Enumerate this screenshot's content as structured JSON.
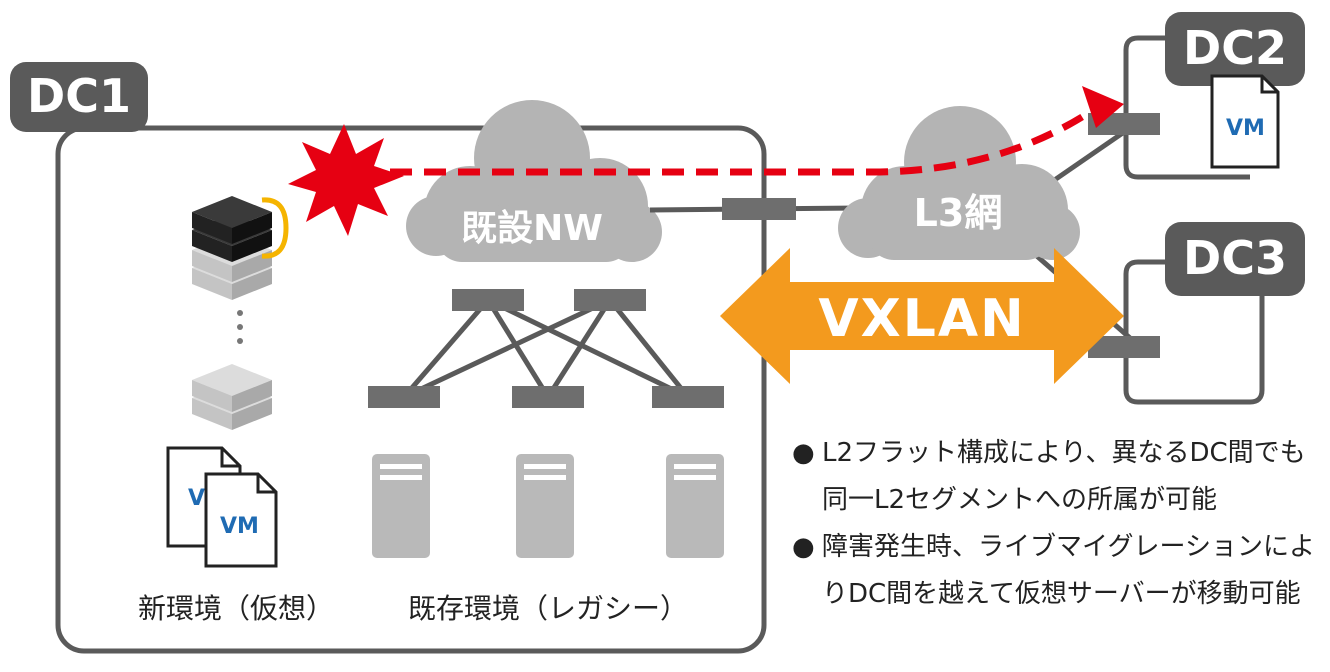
{
  "dc1": {
    "label": "DC1",
    "new_env_label": "新環境（仮想）",
    "legacy_env_label": "既存環境（レガシー）"
  },
  "dc2": {
    "label": "DC2"
  },
  "dc3": {
    "label": "DC3"
  },
  "clouds": {
    "existing_nw": "既設NW",
    "l3_network": "L3網"
  },
  "vxlan_label": "VXLAN",
  "vm_label": "VM",
  "notes": [
    {
      "bullet": "●",
      "text": "L2フラット構成により、異なるDC間でも同一L2セグメントへの所属が可能"
    },
    {
      "bullet": "●",
      "text": "障害発生時、ライブマイグレーションによりDC間を越えて仮想サーバーが移動可能"
    }
  ],
  "colors": {
    "dark_gray": "#5a5a5a",
    "cloud_gray": "#b4b4b4",
    "switch_gray": "#6e6e6e",
    "orange": "#f39a1e",
    "red": "#e60012",
    "vm_blue": "#1f6bb3",
    "yellow": "#f5b400"
  }
}
